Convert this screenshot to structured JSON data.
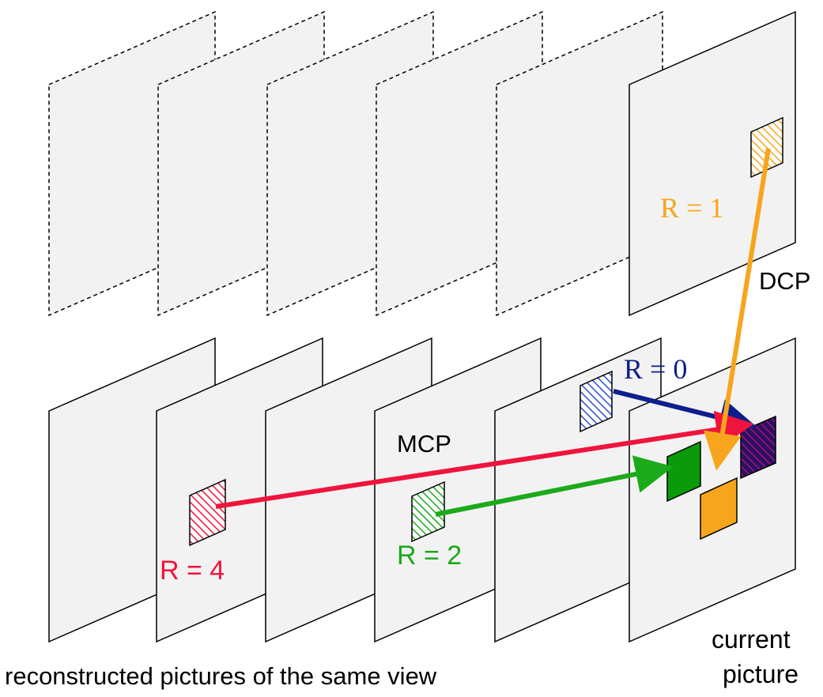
{
  "labels": {
    "r1": "R = 1",
    "r0": "R = 0",
    "r2": "R = 2",
    "r4": "R = 4",
    "dcp": "DCP",
    "mcp": "MCP",
    "current_picture_line1": "current",
    "current_picture_line2": "picture",
    "reconstructed_caption": "reconstructed pictures of the same view"
  },
  "colors": {
    "orange": "#f7a51c",
    "blue": "#0d1f8c",
    "red": "#f0143c",
    "green": "#1aaa1a",
    "dark_green": "#0a9a0a",
    "purple": "#3a1060",
    "frame_fill": "#f2f2f2"
  }
}
